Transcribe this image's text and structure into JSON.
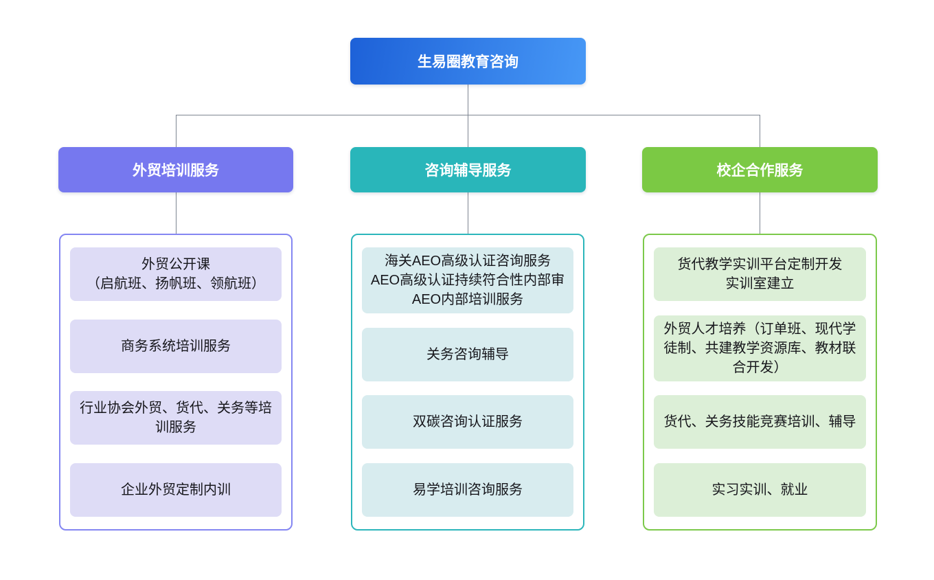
{
  "chart": {
    "root": {
      "label": "生易圈教育咨询"
    },
    "branches": [
      {
        "label": "外贸培训服务",
        "color": "#7678ef",
        "item_bg": "#dedcf6",
        "items": [
          "外贸公开课\n（启航班、扬帆班、领航班）",
          "商务系统培训服务",
          "行业协会外贸、货代、关务等培训服务",
          "企业外贸定制内训"
        ]
      },
      {
        "label": "咨询辅导服务",
        "color": "#29b6ba",
        "item_bg": "#d8ecef",
        "items": [
          "海关AEO高级认证咨询服务\nAEO高级认证持续符合性内部审\nAEO内部培训服务",
          "关务咨询辅导",
          "双碳咨询认证服务",
          "易学培训咨询服务"
        ]
      },
      {
        "label": "校企合作服务",
        "color": "#7bc944",
        "item_bg": "#dcefd7",
        "items": [
          "货代教学实训平台定制开发\n实训室建立",
          "外贸人才培养（订单班、现代学徒制、共建教学资源库、教材联合开发）",
          "货代、关务技能竞赛培训、辅导",
          "实习实训、就业"
        ]
      }
    ],
    "root_gradient_start": "#1d61d8",
    "root_gradient_end": "#4798f6",
    "connector_color": "#7d8591",
    "background_color": "#ffffff"
  }
}
